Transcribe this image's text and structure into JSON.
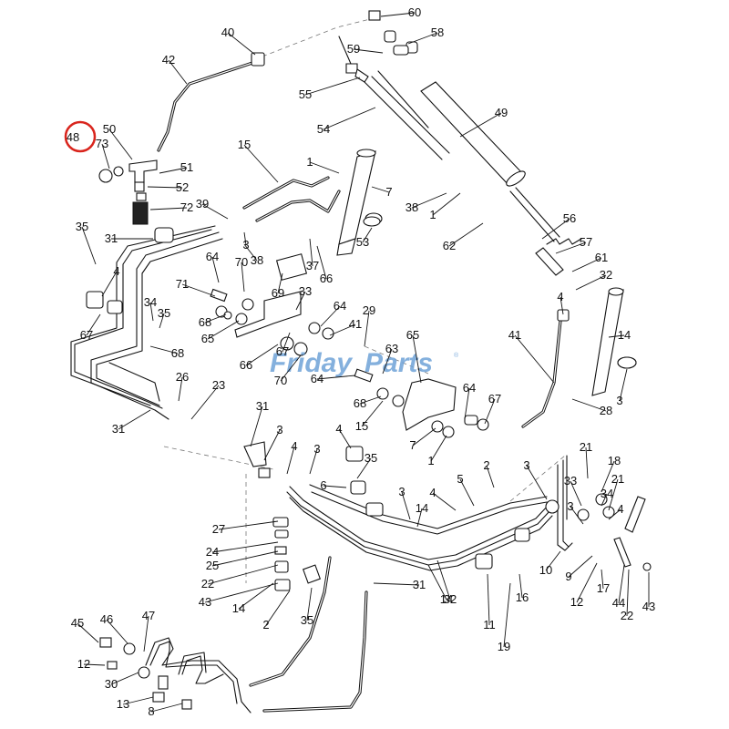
{
  "watermark": {
    "brand_left": "Friday",
    "brand_right": "Parts",
    "color": "#6fa3d8",
    "accent": "#f0a020"
  },
  "highlight": {
    "number": "48",
    "color": "#d9251d"
  },
  "callouts": [
    "60",
    "58",
    "40",
    "59",
    "42",
    "55",
    "54",
    "49",
    "48",
    "50",
    "73",
    "51",
    "52",
    "72",
    "15",
    "1",
    "7",
    "38",
    "1",
    "53",
    "62",
    "56",
    "57",
    "61",
    "32",
    "35",
    "31",
    "4",
    "39",
    "3",
    "38",
    "37",
    "66",
    "64",
    "70",
    "71",
    "69",
    "33",
    "34",
    "35",
    "67",
    "68",
    "65",
    "64",
    "41",
    "29",
    "68",
    "66",
    "67",
    "70",
    "64",
    "63",
    "65",
    "64",
    "67",
    "68",
    "15",
    "7",
    "1",
    "41",
    "14",
    "4",
    "3",
    "28",
    "26",
    "23",
    "31",
    "31",
    "3",
    "4",
    "35",
    "4",
    "3",
    "6",
    "5",
    "2",
    "4",
    "3",
    "14",
    "21",
    "18",
    "21",
    "34",
    "33",
    "3",
    "4",
    "3",
    "14",
    "27",
    "24",
    "25",
    "22",
    "43",
    "14",
    "2",
    "35",
    "31",
    "32",
    "16",
    "11",
    "19",
    "10",
    "9",
    "17",
    "12",
    "44",
    "22",
    "43",
    "45",
    "46",
    "47",
    "12",
    "30",
    "13",
    "8"
  ]
}
